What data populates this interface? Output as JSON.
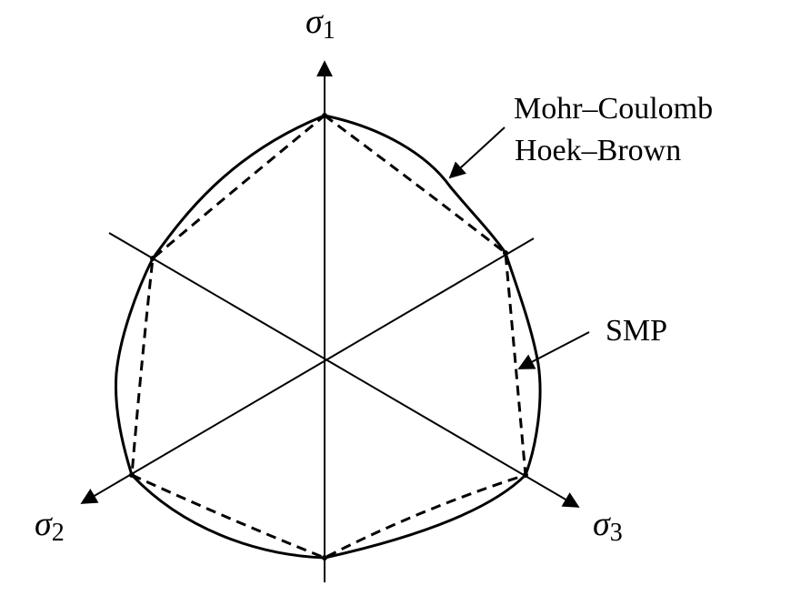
{
  "axes": {
    "sigma1": {
      "symbol": "σ",
      "subscript": "1"
    },
    "sigma2": {
      "symbol": "σ",
      "subscript": "2"
    },
    "sigma3": {
      "symbol": "σ",
      "subscript": "3"
    }
  },
  "labels": {
    "mohr_coulomb": "Mohr–Coulomb",
    "hoek_brown": "Hoek–Brown",
    "smp": "SMP"
  },
  "colors": {
    "stroke": "#000000",
    "background": "#ffffff"
  }
}
